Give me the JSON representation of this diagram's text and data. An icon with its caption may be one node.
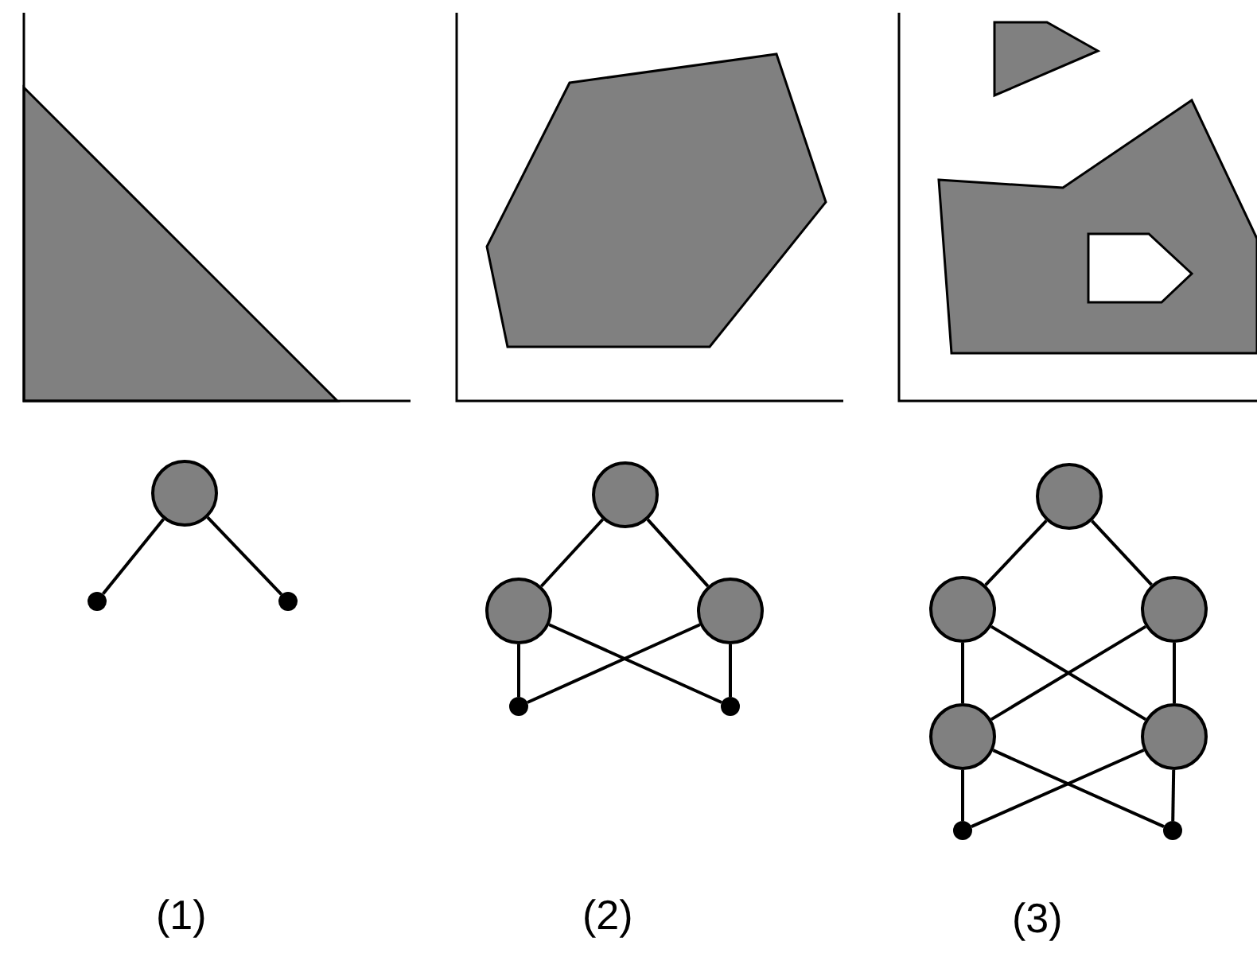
{
  "diagram": {
    "nodes": [
      {
        "text": [],
        "shape": "circle"
      },
      {
        "text": [],
        "shape": "dot"
      },
      {
        "text": [],
        "shape": "dot"
      },
      {
        "text": [],
        "shape": "circle"
      },
      {
        "text": [],
        "shape": "circle"
      },
      {
        "text": [],
        "shape": "circle"
      },
      {
        "text": [],
        "shape": "dot"
      },
      {
        "text": [],
        "shape": "dot"
      },
      {
        "text": [],
        "shape": "circle"
      },
      {
        "text": [],
        "shape": "circle"
      },
      {
        "text": [],
        "shape": "circle"
      },
      {
        "text": [],
        "shape": "circle"
      },
      {
        "text": [],
        "shape": "circle"
      },
      {
        "text": [],
        "shape": "dot"
      },
      {
        "text": [],
        "shape": "dot"
      }
    ],
    "edges": [
      {
        "from": 0,
        "to": 1,
        "arrow": "none"
      },
      {
        "from": 0,
        "to": 2,
        "arrow": "none"
      },
      {
        "from": 3,
        "to": 4,
        "arrow": "none"
      },
      {
        "from": 3,
        "to": 5,
        "arrow": "none"
      },
      {
        "from": 4,
        "to": 6,
        "arrow": "none"
      },
      {
        "from": 4,
        "to": 7,
        "arrow": "none"
      },
      {
        "from": 5,
        "to": 6,
        "arrow": "none"
      },
      {
        "from": 5,
        "to": 7,
        "arrow": "none"
      },
      {
        "from": 8,
        "to": 9,
        "arrow": "none"
      },
      {
        "from": 8,
        "to": 10,
        "arrow": "none"
      },
      {
        "from": 9,
        "to": 11,
        "arrow": "none"
      },
      {
        "from": 9,
        "to": 12,
        "arrow": "none"
      },
      {
        "from": 10,
        "to": 11,
        "arrow": "none"
      },
      {
        "from": 10,
        "to": 12,
        "arrow": "none"
      },
      {
        "from": 11,
        "to": 13,
        "arrow": "none"
      },
      {
        "from": 11,
        "to": 14,
        "arrow": "none"
      },
      {
        "from": 12,
        "to": 13,
        "arrow": "none"
      },
      {
        "from": 12,
        "to": 14,
        "arrow": "none"
      }
    ],
    "labels": [
      "(1)",
      "(2)",
      "(3)"
    ]
  }
}
